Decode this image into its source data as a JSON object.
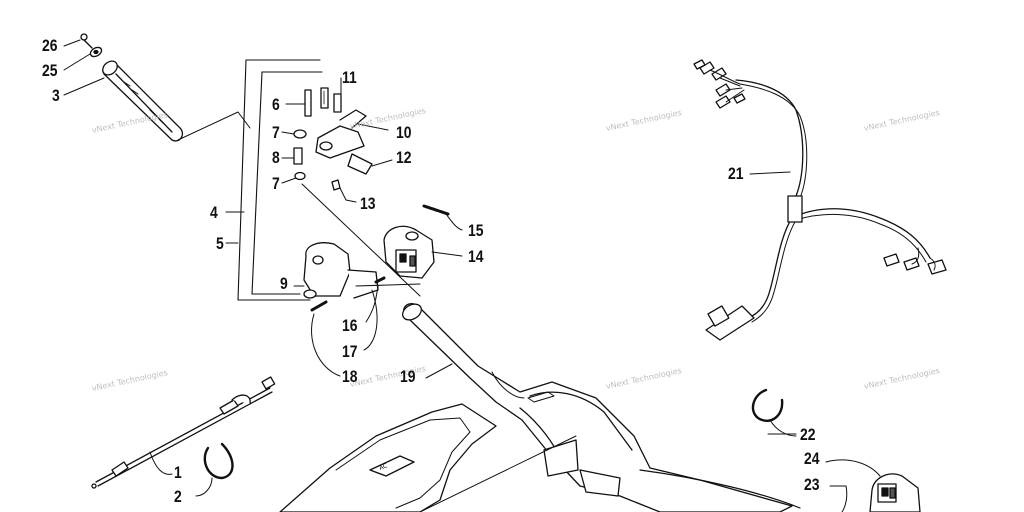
{
  "diagram": {
    "callouts": [
      {
        "key": "n26",
        "label": "26"
      },
      {
        "key": "n25",
        "label": "25"
      },
      {
        "key": "n3",
        "label": "3"
      },
      {
        "key": "n11",
        "label": "11"
      },
      {
        "key": "n6",
        "label": "6"
      },
      {
        "key": "n7a",
        "label": "7"
      },
      {
        "key": "n10",
        "label": "10"
      },
      {
        "key": "n8",
        "label": "8"
      },
      {
        "key": "n12",
        "label": "12"
      },
      {
        "key": "n7b",
        "label": "7"
      },
      {
        "key": "n13",
        "label": "13"
      },
      {
        "key": "n4",
        "label": "4"
      },
      {
        "key": "n15",
        "label": "15"
      },
      {
        "key": "n5",
        "label": "5"
      },
      {
        "key": "n14",
        "label": "14"
      },
      {
        "key": "n9",
        "label": "9"
      },
      {
        "key": "n16",
        "label": "16"
      },
      {
        "key": "n17",
        "label": "17"
      },
      {
        "key": "n18",
        "label": "18"
      },
      {
        "key": "n19",
        "label": "19"
      },
      {
        "key": "n21",
        "label": "21"
      },
      {
        "key": "n22",
        "label": "22"
      },
      {
        "key": "n24",
        "label": "24"
      },
      {
        "key": "n23",
        "label": "23"
      },
      {
        "key": "n1",
        "label": "1"
      },
      {
        "key": "n2",
        "label": "2"
      }
    ],
    "watermark": "vNext Technologies",
    "pad_text": "AC"
  }
}
